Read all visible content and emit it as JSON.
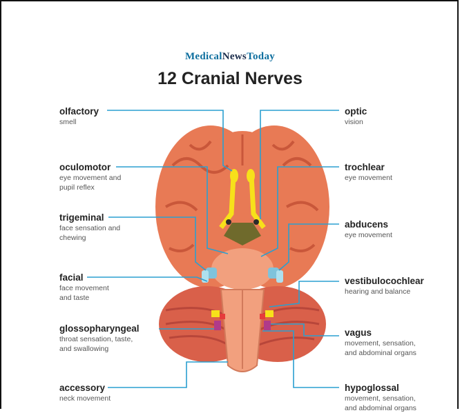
{
  "brand": {
    "part1": "Medical",
    "part2": "News",
    "part3": "Today"
  },
  "title": "12 Cranial Nerves",
  "nerves_left": [
    {
      "name": "olfactory",
      "desc1": "smell",
      "desc2": ""
    },
    {
      "name": "oculomotor",
      "desc1": "eye movement and",
      "desc2": "pupil reflex"
    },
    {
      "name": "trigeminal",
      "desc1": "face sensation and",
      "desc2": "chewing"
    },
    {
      "name": "facial",
      "desc1": "face movement",
      "desc2": "and taste"
    },
    {
      "name": "glossopharyngeal",
      "desc1": "throat sensation, taste,",
      "desc2": "and swallowing"
    },
    {
      "name": "accessory",
      "desc1": "neck movement",
      "desc2": ""
    }
  ],
  "nerves_right": [
    {
      "name": "optic",
      "desc1": "vision",
      "desc2": ""
    },
    {
      "name": "trochlear",
      "desc1": "eye movement",
      "desc2": ""
    },
    {
      "name": "abducens",
      "desc1": "eye movement",
      "desc2": ""
    },
    {
      "name": "vestibulocochlear",
      "desc1": "hearing and balance",
      "desc2": ""
    },
    {
      "name": "vagus",
      "desc1": "movement, sensation,",
      "desc2": "and abdominal organs"
    },
    {
      "name": "hypoglossal",
      "desc1": "movement, sensation,",
      "desc2": "and abdominal organs"
    }
  ],
  "colors": {
    "brain": "#e87a55",
    "brain_dark": "#c9573a",
    "leader": "#2a9fd0",
    "nerve_yellow": "#f7e11a",
    "chiasm": "#6f6a2c",
    "cerebellum": "#d9604a"
  }
}
